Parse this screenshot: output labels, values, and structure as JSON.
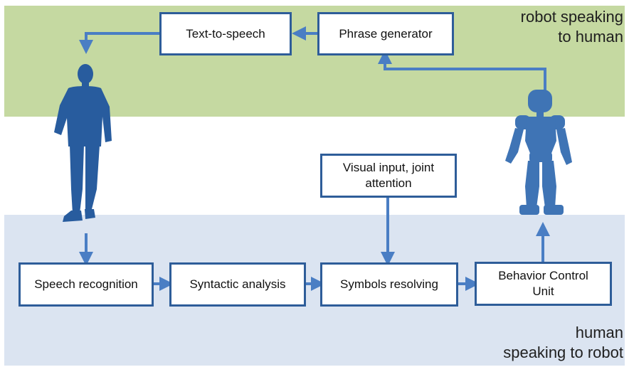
{
  "zones": {
    "top_line1": "robot speaking",
    "top_line2": "to human",
    "bottom_line1": "human",
    "bottom_line2": "speaking to robot"
  },
  "boxes": {
    "text_to_speech": "Text-to-speech",
    "phrase_generator": "Phrase generator",
    "visual_input_line1": "Visual input, joint",
    "visual_input_line2": "attention",
    "speech_recognition": "Speech recognition",
    "syntactic_analysis": "Syntactic analysis",
    "symbols_resolving": "Symbols resolving",
    "behavior_control_line1": "Behavior Control",
    "behavior_control_line2": "Unit"
  },
  "colors": {
    "top_band": "#c5d9a1",
    "bottom_band": "#dbe4f1",
    "box_border": "#2e5d99",
    "arrow": "#4a7ec4",
    "human_figure": "#285c9e",
    "robot_figure": "#3f74b5"
  },
  "icons": {
    "human": "human-silhouette",
    "robot": "robot-silhouette"
  }
}
